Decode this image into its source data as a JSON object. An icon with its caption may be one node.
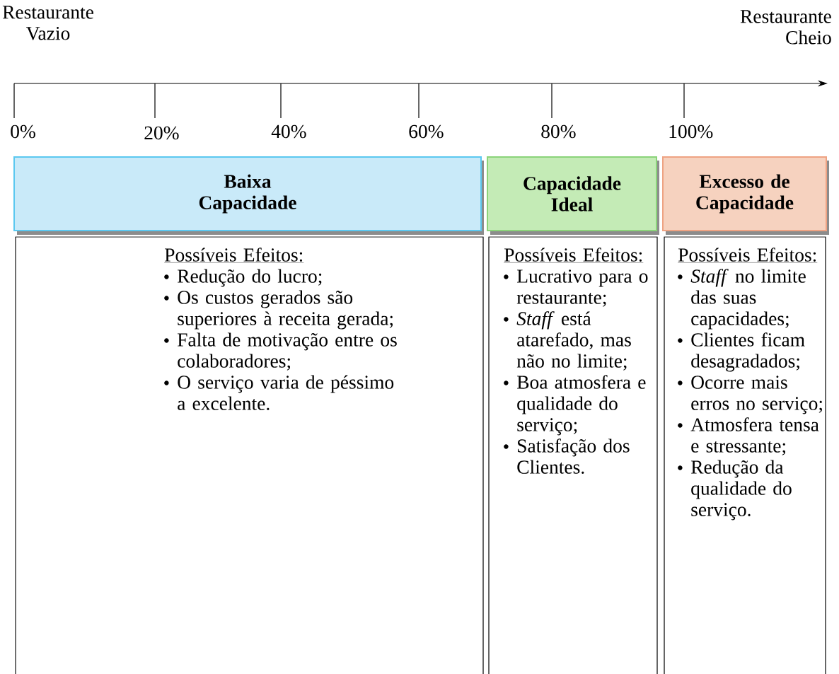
{
  "diagram": {
    "nodes": [
      {
        "text": [
          "Baixa Capacidade"
        ]
      },
      {
        "text": [
          "Capacidade Ideal"
        ]
      },
      {
        "text": [
          "Excesso de Capacidade"
        ]
      },
      {
        "text": [
          "Possíveis Efeitos:",
          "Redução do lucro;",
          "Os custos gerados são superiores à receita gerada;",
          "Falta de motivação entre os colaboradores;",
          "O serviço varia de péssimo a excelente."
        ]
      },
      {
        "text": [
          "Possíveis Efeitos:",
          "Lucrativo para o restaurante;",
          "*Staff* está atarefado, mas não no limite;",
          "Boa atmosfera e qualidade do serviço;",
          "Satisfação dos Clientes."
        ]
      },
      {
        "text": [
          "Possíveis Efeitos:",
          "*Staff* no limite das suas capacidades;",
          "Clientes ficam desagradados;",
          "Ocorre mais erros no serviço;",
          "Atmosfera tensa e stressante;",
          "Redução da qualidade do serviço."
        ]
      }
    ],
    "labels": [
      "Restaurante Vazio",
      "Restaurante Cheio",
      "0%",
      "20%",
      "40%",
      "60%",
      "80%",
      "100%"
    ]
  }
}
